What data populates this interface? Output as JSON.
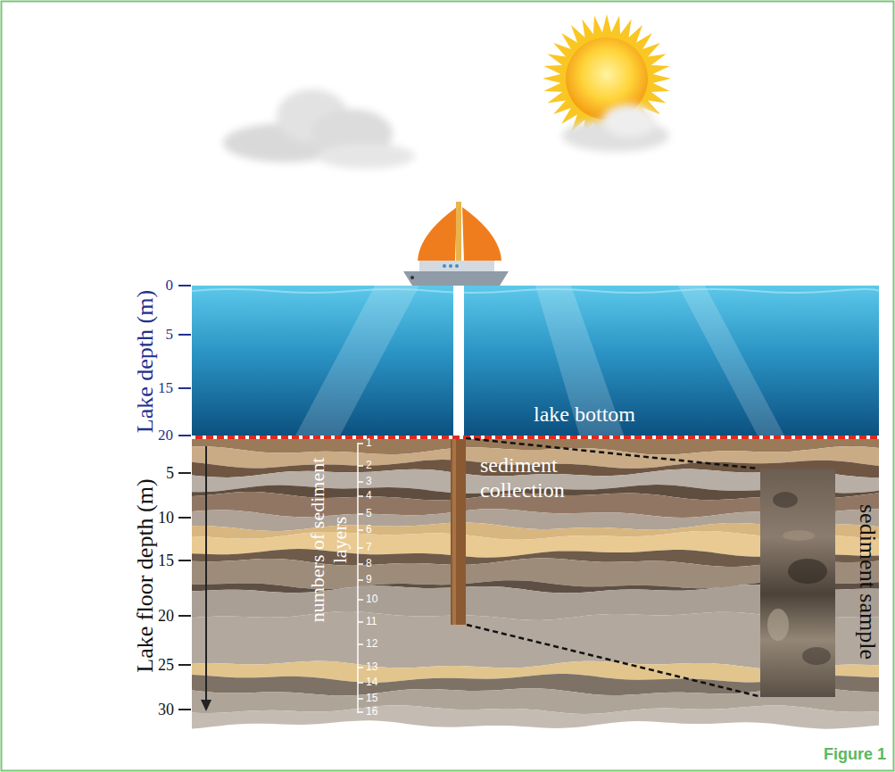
{
  "diagram": {
    "caption": "Figure 1",
    "labels": [
      "Lake depth (m)",
      "0",
      "5",
      "15",
      "20",
      "lake bottom",
      "Lake floor depth (m)",
      "5",
      "10",
      "15",
      "20",
      "25",
      "30",
      "numbers of sediment layers",
      "1",
      "2",
      "3",
      "4",
      "5",
      "6",
      "7",
      "8",
      "9",
      "10",
      "11",
      "12",
      "13",
      "14",
      "15",
      "16",
      "sediment collection",
      "sediment sample"
    ]
  }
}
